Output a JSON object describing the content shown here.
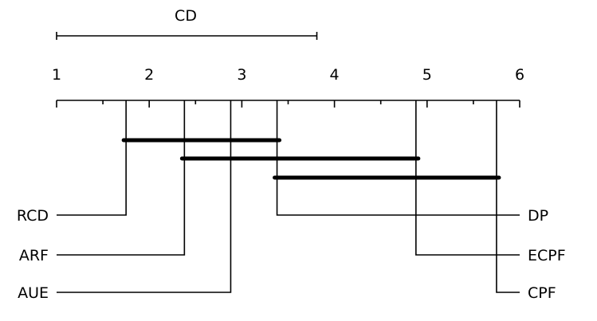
{
  "chart_data": {
    "type": "critical-difference",
    "axis": {
      "min": 1,
      "max": 6,
      "ticks": [
        "1",
        "2",
        "3",
        "4",
        "5",
        "6"
      ]
    },
    "cd": {
      "label": "CD",
      "value": 2.81
    },
    "methods": [
      {
        "name": "RCD",
        "rank": 1.75,
        "side": "left"
      },
      {
        "name": "ARF",
        "rank": 2.38,
        "side": "left"
      },
      {
        "name": "AUE",
        "rank": 2.88,
        "side": "left"
      },
      {
        "name": "DP",
        "rank": 3.38,
        "side": "right"
      },
      {
        "name": "ECPF",
        "rank": 4.88,
        "side": "right"
      },
      {
        "name": "CPF",
        "rank": 5.75,
        "side": "right"
      }
    ],
    "cliques": [
      {
        "from": 1.75,
        "to": 3.38
      },
      {
        "from": 2.38,
        "to": 4.88
      },
      {
        "from": 3.38,
        "to": 5.75
      }
    ],
    "color": "#000000"
  }
}
